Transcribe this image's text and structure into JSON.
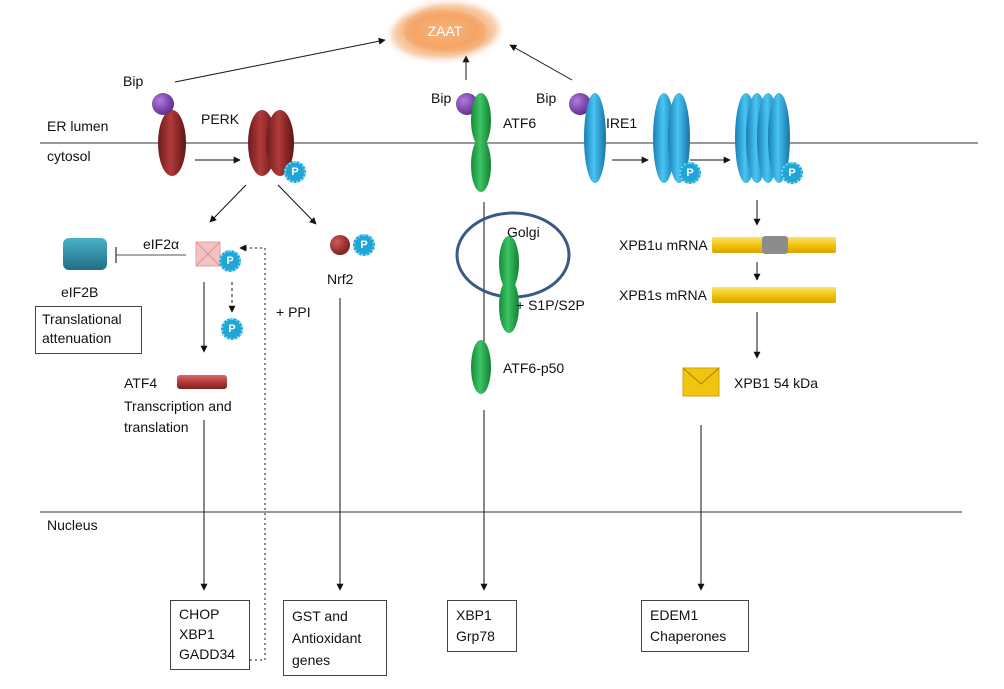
{
  "labels": {
    "zaat": "ZAAT",
    "bip_perk": "Bip",
    "perk": "PERK",
    "er_lumen": "ER lumen",
    "cytosol": "cytosol",
    "bip_atf6": "Bip",
    "atf6": "ATF6",
    "bip_ire1": "Bip",
    "ire1": "IRE1",
    "eif2a": "eIF2α",
    "eif2b": "eIF2B",
    "nrf2": "Nrf2",
    "ppi": "+ PPI",
    "golgi": "Golgi",
    "s1p_s2p": "+ S1P/S2P",
    "atf6_p50": "ATF6-p50",
    "xpb1u": "XPB1u mRNA",
    "xpb1s": "XPB1s mRNA",
    "xpb1_54": "XPB1 54 kDa",
    "atf4": "ATF4",
    "atf4_sub1": "Transcription and",
    "atf4_sub2": "translation",
    "nucleus": "Nucleus",
    "phospho": "P"
  },
  "boxes": {
    "translational": [
      "Translational",
      "attenuation"
    ],
    "chop": [
      "CHOP",
      "XBP1",
      "GADD34"
    ],
    "gst": [
      "GST and",
      "Antioxidant",
      "genes"
    ],
    "xbp1": [
      "XBP1",
      "Grp78"
    ],
    "edem1": [
      "EDEM1",
      "Chaperones"
    ]
  },
  "colors": {
    "perk": "#9b2d2d",
    "bip": "#7b3fa8",
    "atf6": "#22a84a",
    "ire1": "#2aa9df",
    "phospho": "#1fa6d6",
    "xpb1": "#f1c40f",
    "eif2b": "#2f8ea8",
    "eif2a": "#f2b9b9",
    "golgi": "#3a5a85",
    "zaat": "#f5a566"
  }
}
